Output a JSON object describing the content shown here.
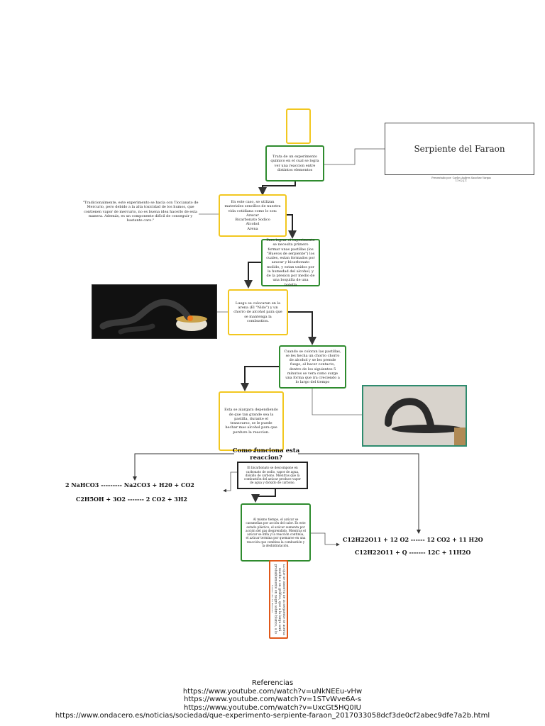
{
  "title": "Serpiente del Faraon",
  "presenter": "Presentado por: Carlos Andres Sanchez Vargas\n11-02 J.T.",
  "boxes": {
    "intro": "Trata de un experimento químico en el cual se logra ver una reaccion entre distintos elementos",
    "materials": "En este caso, se utilizan materiales sencillos de nuestra vida cotidiana como lo son:\nAzucar\nBicarbonato Sodico\nAlcohol\nArena",
    "traditional": "\"Tradicionalmente, este experimento se hacía con Tiocianato de Mercurio, pero debido a la alta toxicidad de los humos, que contienen vapor de mercurio, no es buena idea hacerlo de esta manera. Además, es un componente difícil de conseguir y bastante caro.\"",
    "pills": "Para lograr el experimento se necesita primero formar unas pastillas (los \"Huevos de serpiente\") los cuales, estan formados por azucar y bicarbonato molido, y estan unidos por la humedad del alcohol, y de la presion por medio de una boquilla de una botella",
    "sand": "Luego se colocaran en la arena (El \"Nido\") y un chorro de alcohol para que se mantenga la combustion.",
    "fire": "Cuando se coloran las pastillas, se les hecha un chorro chorro de alcohol y se les prende fuego, al hacer contacto, dentro de los siguientes 5 minutos se vera como surge una forma que ira creciendo a lo largo del tiempo",
    "grow": "Esta se alargara dependiendo de que tan grande sea la pastilla, durante el transcurso, se le puede hechar mas alcohol para que perdure la reaccion.",
    "bicarbonate": "El bicarbonato se descompone en carbonato de sodio, vapor de agua, dióxido de carbono. Mientras que la combustión del azúcar produce vapor de agua y dióxido de carbono.",
    "sugar": "Al mismo tiempo, el azúcar se carameliza por acción del calor. Es este estado plástico, el azúcar aumenta por acción del gas desprendido. Mientras el azúcar se infla y la reacción continúa, el azúcar termina por quemarse en una reacción que combina la combustión y la deshidratación.",
    "vertical": "Lo que se observa de la serpiente se acerca mucho a un gráfico, que a la larga será probablemente en negro sobre blanco, a lo largo de la figura."
  },
  "section_title": "Como funciona esta\nreaccion?",
  "equations": {
    "left1": "2 NaHCO3 --------- Na2CO3 + H20 + CO2",
    "left2": "C2H5OH + 3O2 ------- 2 CO2 + 3H2",
    "right1": "C12H22O11 + 12 O2 ------ 12 CO2 + 11 H2O",
    "right2": "C12H22O11 + Q ------- 12C + 11H2O"
  },
  "references": {
    "heading": "Referencias",
    "links": [
      "https://www.youtube.com/watch?v=uNkNEEu-vHw",
      "https://www.youtube.com/watch?v=1STvWve6A-s",
      "https://www.youtube.com/watch?v=UxcGt5HQ0IU",
      "https://www.ondacero.es/noticias/sociedad/que-experimento-serpiente-faraon_2017033058dcf3de0cf2abec9dfe7a2b.html"
    ]
  },
  "colors": {
    "yellow": "#f2c71f",
    "green": "#2e8b2e",
    "orange": "#e0581a"
  }
}
